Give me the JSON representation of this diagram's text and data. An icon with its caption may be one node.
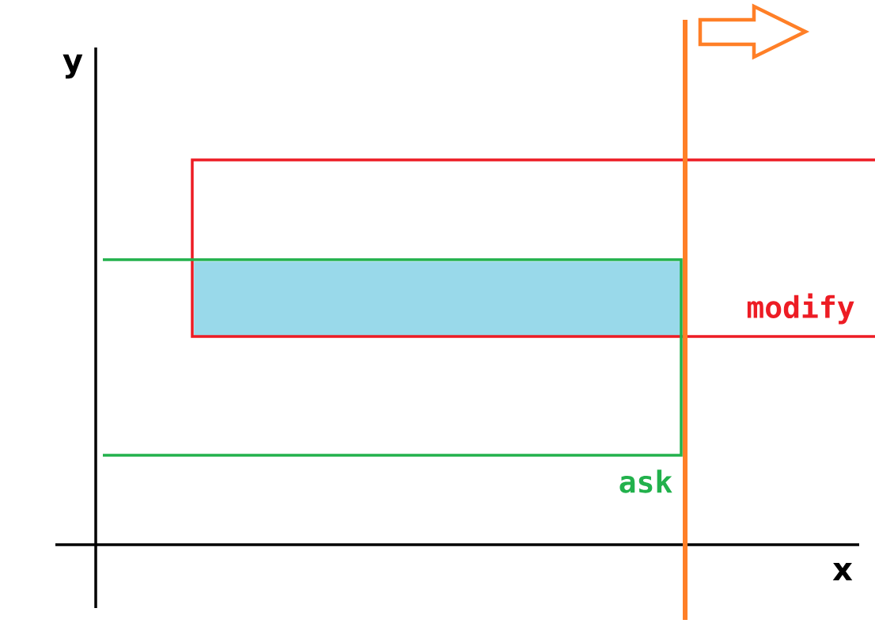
{
  "diagram": {
    "nodes": [
      {
        "text": [
          "modify"
        ]
      },
      {
        "text": [
          "ask"
        ]
      },
      {
        "text": [],
        "shape": "box"
      }
    ],
    "labels": [
      "y",
      "x"
    ]
  }
}
